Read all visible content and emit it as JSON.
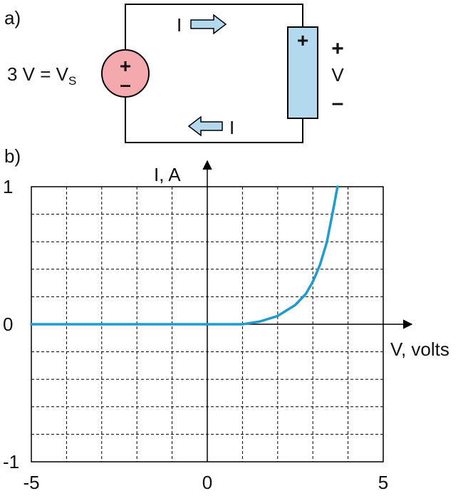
{
  "panel_a": {
    "label": "a)",
    "source_label": "3 V = V",
    "source_label_sub": "S",
    "source_plus": "+",
    "source_minus": "–",
    "current_label_top": "I",
    "current_label_bottom": "I",
    "device_plus": "+",
    "voltage_plus": "+",
    "voltage_label": "V",
    "voltage_minus": "–"
  },
  "panel_b": {
    "label": "b)"
  },
  "colors": {
    "source_fill": "#f4a9ae",
    "device_fill": "#b3d9ef",
    "curve": "#1f9ccc",
    "wire": "#000000",
    "grid": "#000000"
  },
  "chart_data": {
    "type": "line",
    "xlabel": "V, volts",
    "ylabel": "I, A",
    "xlim": [
      -5,
      5
    ],
    "ylim": [
      -1,
      1
    ],
    "x_ticks": [
      "-5",
      "0",
      "5"
    ],
    "y_ticks": [
      "1",
      "0",
      "-1"
    ],
    "grid": true,
    "series": [
      {
        "x": [
          -5,
          0,
          1.0,
          1.5,
          2.0,
          2.5,
          2.8,
          3.0,
          3.2,
          3.4,
          3.6,
          3.7
        ],
        "values": [
          0,
          0,
          0.0,
          0.02,
          0.06,
          0.14,
          0.22,
          0.31,
          0.43,
          0.6,
          0.86,
          1.0
        ]
      }
    ]
  }
}
